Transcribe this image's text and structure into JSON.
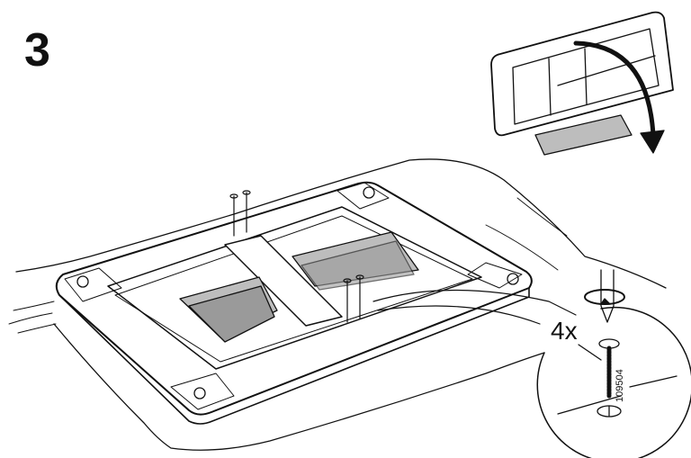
{
  "step_number": "3",
  "quantity_label": "4x",
  "part_number": "109504",
  "colors": {
    "line": "#111111",
    "panel": "#bdbdbd",
    "panel_dark": "#9a9a9a",
    "background": "#ffffff"
  }
}
